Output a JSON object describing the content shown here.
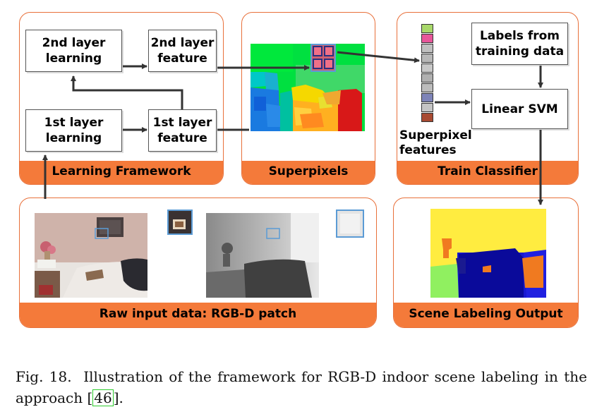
{
  "panels": {
    "learning_framework": "Learning Framework",
    "superpixels": "Superpixels",
    "train_classifier": "Train Classifier",
    "raw_input": "Raw input data:  RGB-D patch",
    "scene_output": "Scene Labeling Output"
  },
  "boxes": {
    "second_layer_learning": "2nd layer learning",
    "second_layer_feature": "2nd layer feature",
    "first_layer_learning": "1st layer learning",
    "first_layer_feature": "1st layer feature",
    "labels_from_training": "Labels from training data",
    "linear_svm": "Linear SVM"
  },
  "superpixel_features_label": "Superpixel features",
  "caption": {
    "prefix": "Fig. 18.",
    "text": "Illustration of the framework for RGB-D indoor scene labeling in the approach [",
    "ref": "46",
    "suffix": "]."
  },
  "colors": {
    "panel_accent": "#f47a3a",
    "arrow": "#333333",
    "highlight_box": "#5b9bd5",
    "ref_box": "#2ecc2e"
  },
  "feature_vector_colors": [
    "#a8d86a",
    "#e8569a",
    "#c0c0c0",
    "#b8b8b8",
    "#c8c8c8",
    "#b0b0b0",
    "#bcbcbc",
    "#7e84b8",
    "#c4c4c4",
    "#a84a32"
  ]
}
